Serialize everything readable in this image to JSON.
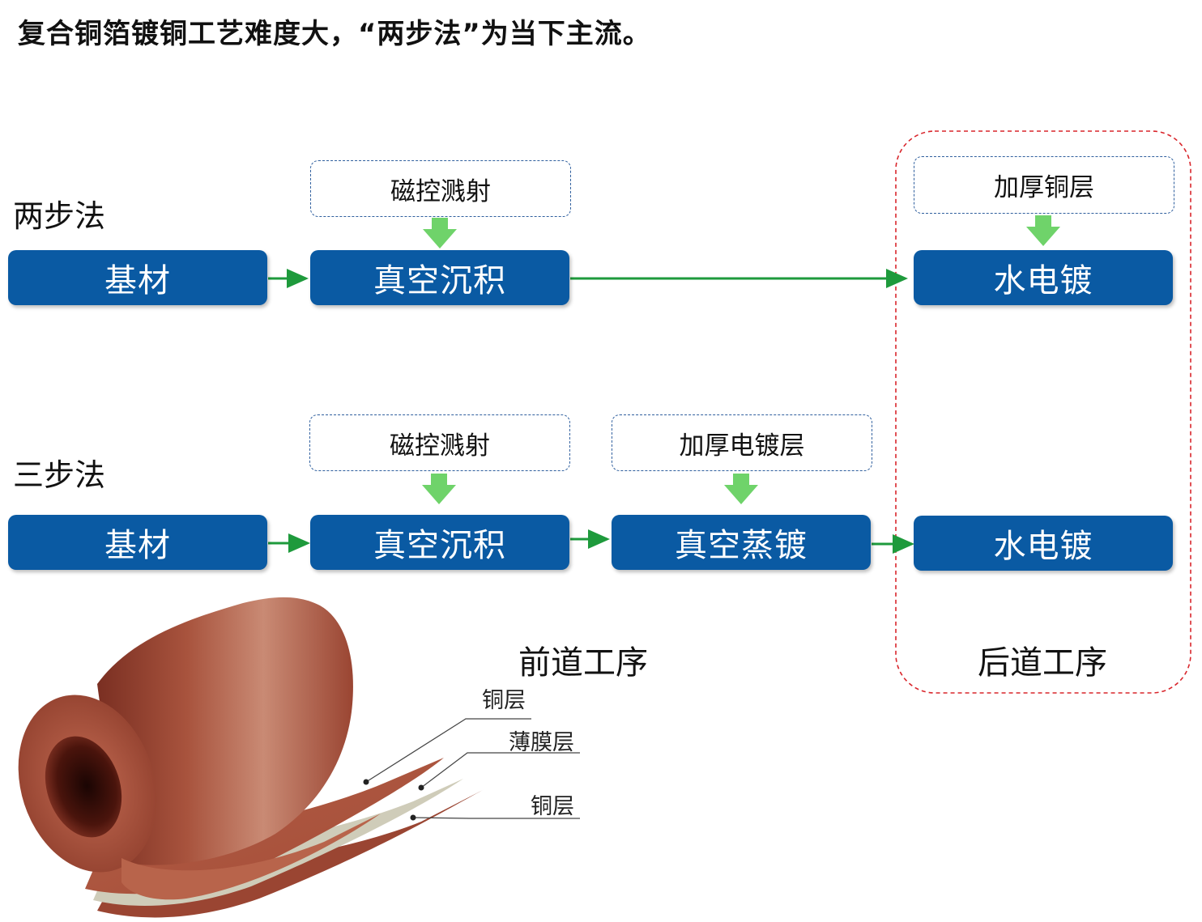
{
  "title": "复合铜箔镀铜工艺难度大，“两步法”为当下主流。",
  "two_step": {
    "label": "两步法",
    "step1": "基材",
    "step2": "真空沉积",
    "step2_note": "磁控溅射",
    "step3": "水电镀",
    "step3_note": "加厚铜层"
  },
  "three_step": {
    "label": "三步法",
    "step1": "基材",
    "step2": "真空沉积",
    "step2_note": "磁控溅射",
    "step3": "真空蒸镀",
    "step3_note": "加厚电镀层",
    "step4": "水电镀"
  },
  "sections": {
    "front": "前道工序",
    "back": "后道工序"
  },
  "layers": {
    "top": "铜层",
    "middle": "薄膜层",
    "bottom": "铜层"
  },
  "colors": {
    "box_blue": "#0a5aa3",
    "arrow_green": "#1e9a3c",
    "note_border": "#2f5f9e",
    "back_stage_border": "#d9262c",
    "copper": "#a4513e",
    "film": "#c9c6b2"
  }
}
